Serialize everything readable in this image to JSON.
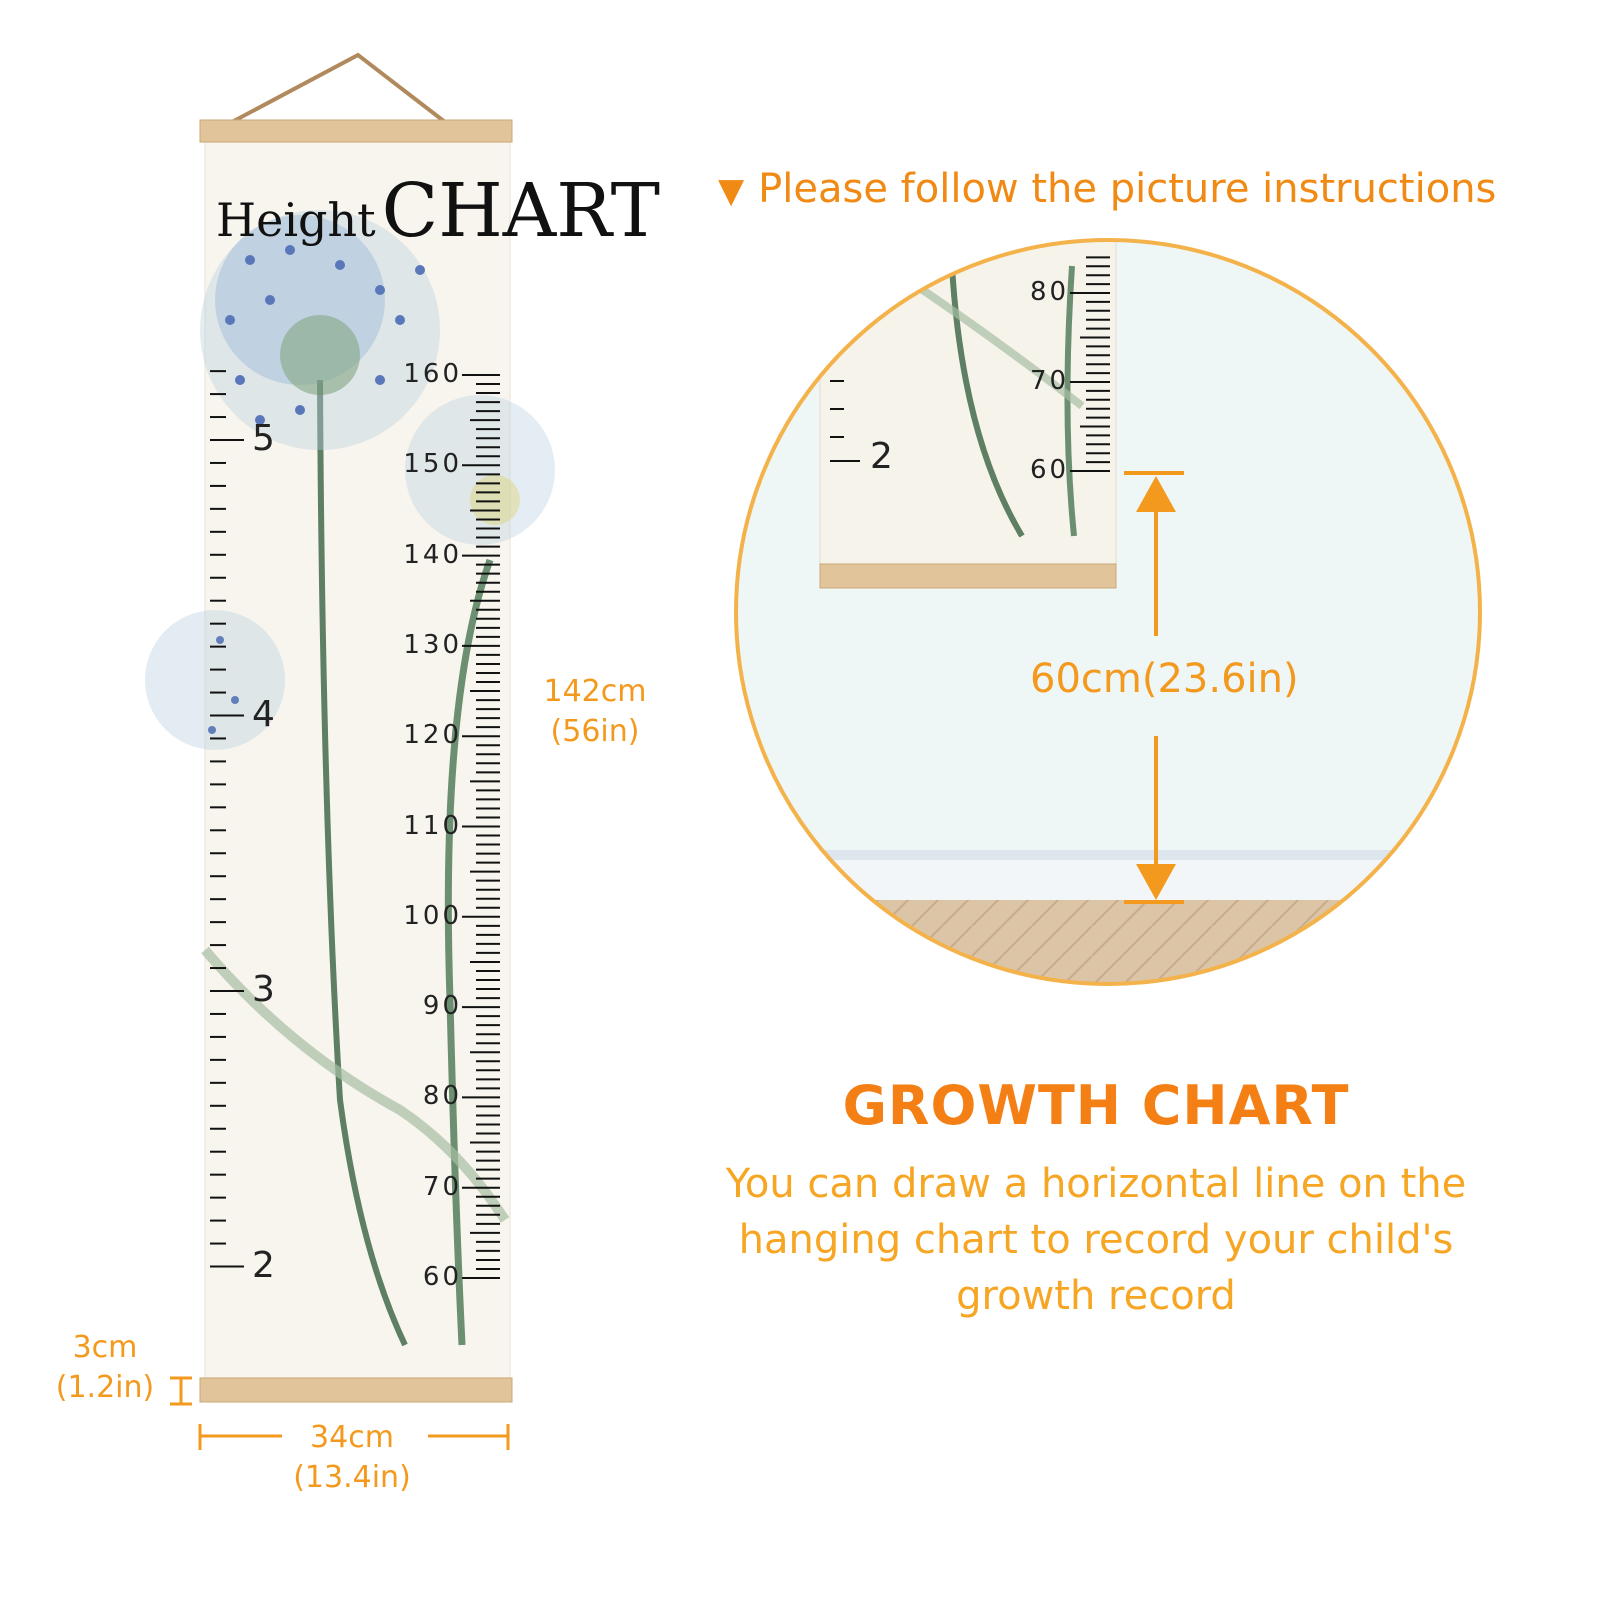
{
  "chart": {
    "title_small": "Height",
    "title_large": "CHART",
    "cm_labels": [
      "160",
      "150",
      "140",
      "130",
      "120",
      "110",
      "100",
      "90",
      "80",
      "70",
      "60"
    ],
    "ft_labels": [
      "5",
      "4",
      "3",
      "2"
    ]
  },
  "dimensions": {
    "height_cm": "142cm",
    "height_in": "(56in)",
    "width_cm": "34cm",
    "width_in": "(13.4in)",
    "bar_cm": "3cm",
    "bar_in": "(1.2in)"
  },
  "instructions": {
    "arrow": "▼",
    "text": "Please follow the picture instructions"
  },
  "zoom": {
    "cm_labels": [
      "80",
      "70",
      "60"
    ],
    "ft_label": "2",
    "measure": "60cm(23.6in)"
  },
  "growth": {
    "title": "GROWTH CHART",
    "description": "You can draw a horizontal line on the hanging chart to record your child's growth record"
  },
  "colors": {
    "accent": "#f39a1e",
    "wood": "#e2c49a",
    "canvas": "#f7f5ee"
  }
}
